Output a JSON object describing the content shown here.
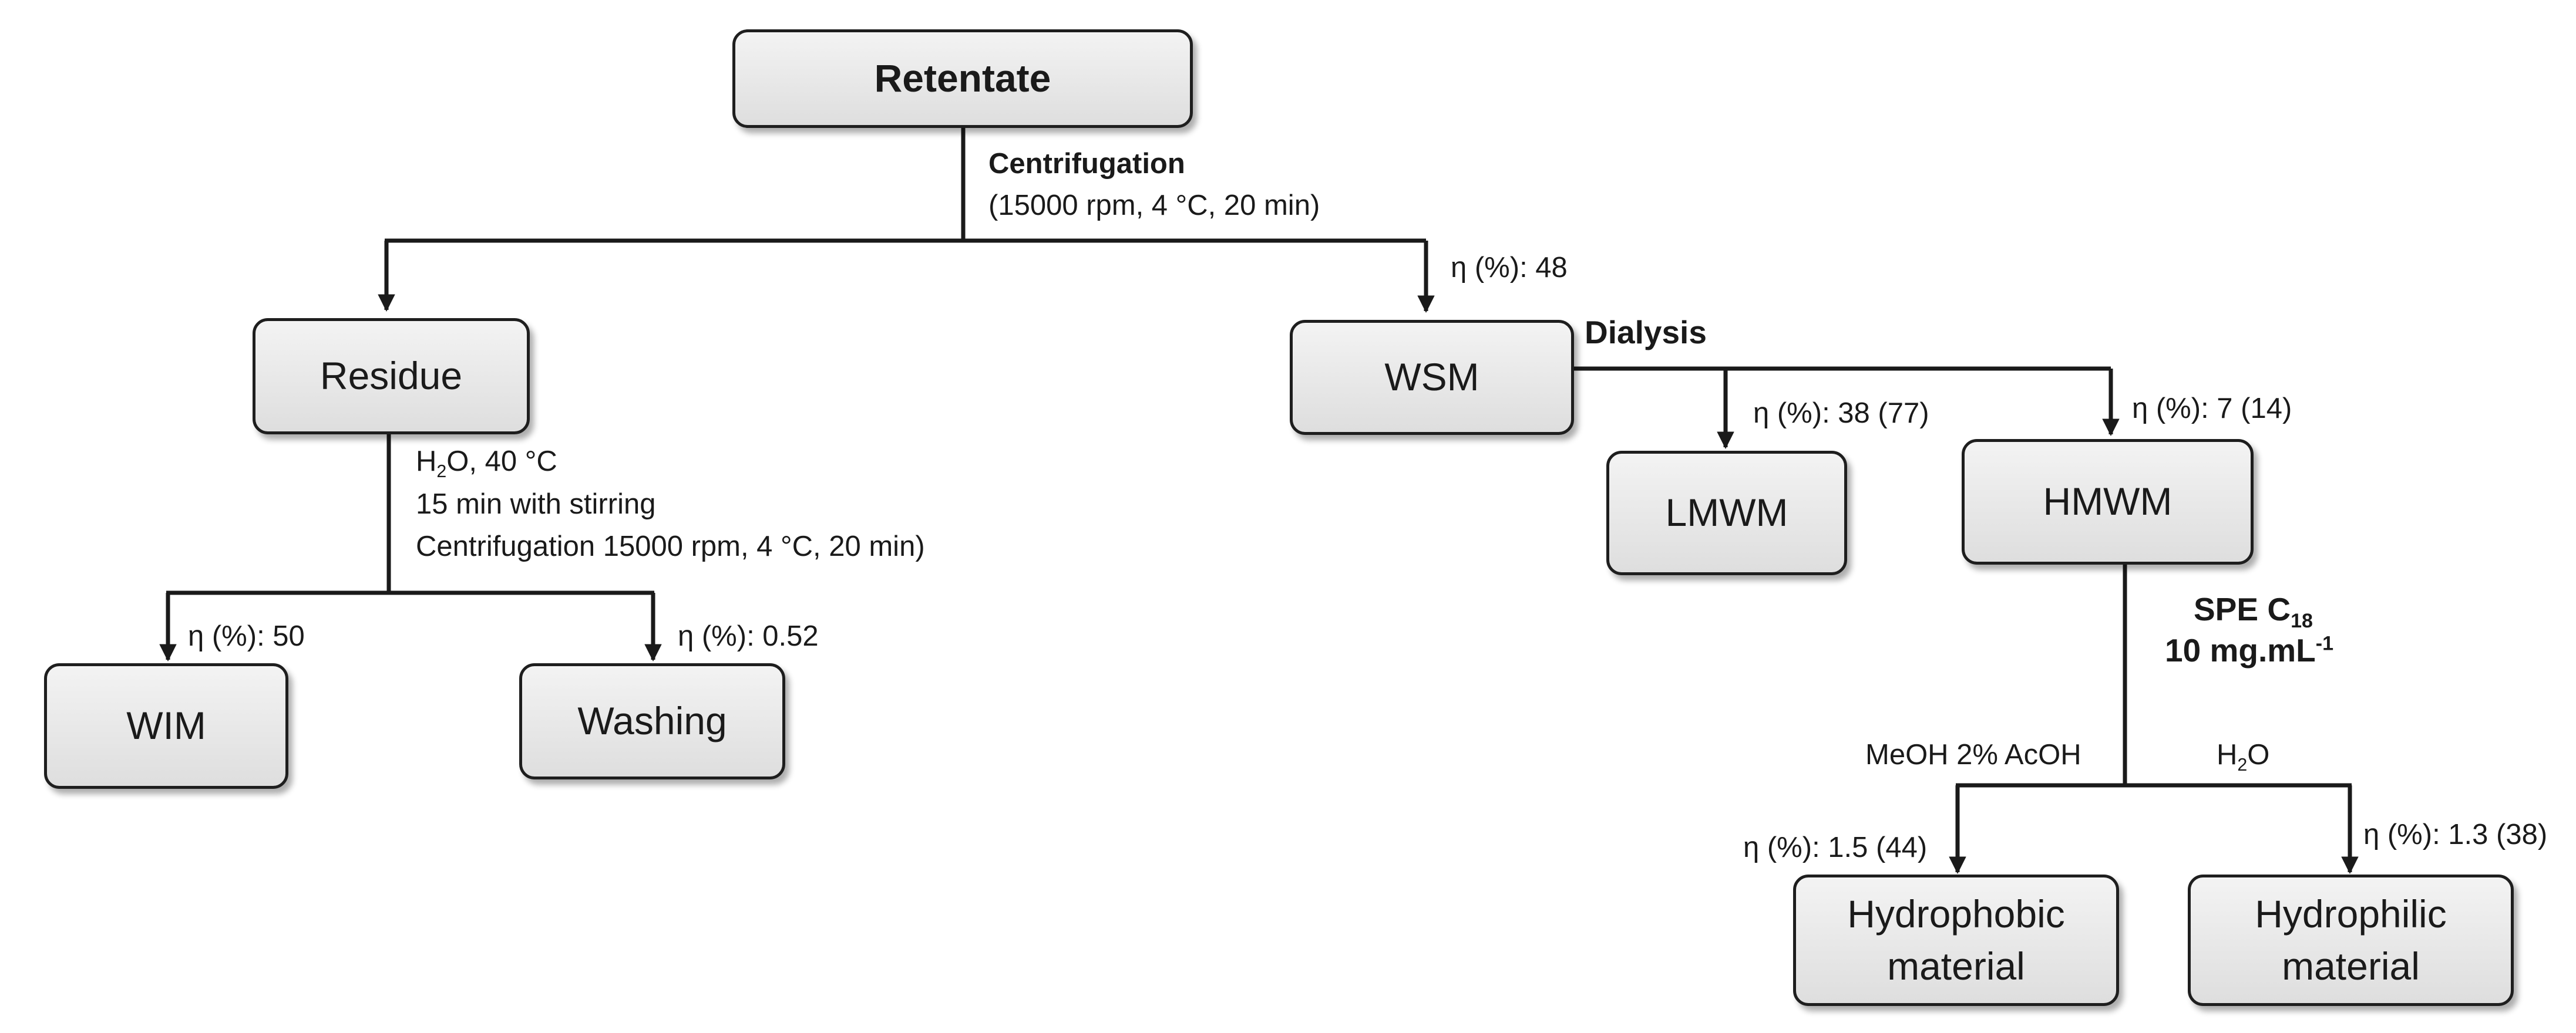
{
  "nodes": {
    "retentate": "Retentate",
    "residue": "Residue",
    "wsm": "WSM",
    "wim": "WIM",
    "washing": "Washing",
    "lmwm": "LMWM",
    "hmwm": "HMWM",
    "hydrophobic_l1": "Hydrophobic",
    "hydrophobic_l2": "material",
    "hydrophilic_l1": "Hydrophilic",
    "hydrophilic_l2": "material"
  },
  "steps": {
    "centrifugation_title": "Centrifugation",
    "centrifugation_params": "(15000 rpm, 4 °C, 20 min)",
    "residue_wash_h2o": "H",
    "residue_wash_h2o_sub": "2",
    "residue_wash_h2o_rest": "O, 40 °C",
    "residue_wash_line2": "15 min with stirring",
    "residue_wash_line3": "Centrifugation 15000 rpm, 4 °C, 20 min)",
    "dialysis": "Dialysis",
    "spe_prefix": "SPE C",
    "spe_sub": "18",
    "spe_conc": "10 mg.mL",
    "spe_conc_sup": "-1",
    "eluent_left": "MeOH 2% AcOH",
    "eluent_right_h": "H",
    "eluent_right_sub": "2",
    "eluent_right_o": "O"
  },
  "yields": {
    "wsm": "η (%): 48",
    "lmwm": "η (%): 38 (77)",
    "hmwm": "η (%): 7 (14)",
    "wim": "η (%): 50",
    "washing": "η (%): 0.52",
    "hydrophobic": "η (%): 1.5 (44)",
    "hydrophilic": "η (%): 1.3 (38)"
  },
  "colors": {
    "line": "#1a1a1a",
    "box_top": "#f3f3f3",
    "box_bottom": "#dedede"
  }
}
